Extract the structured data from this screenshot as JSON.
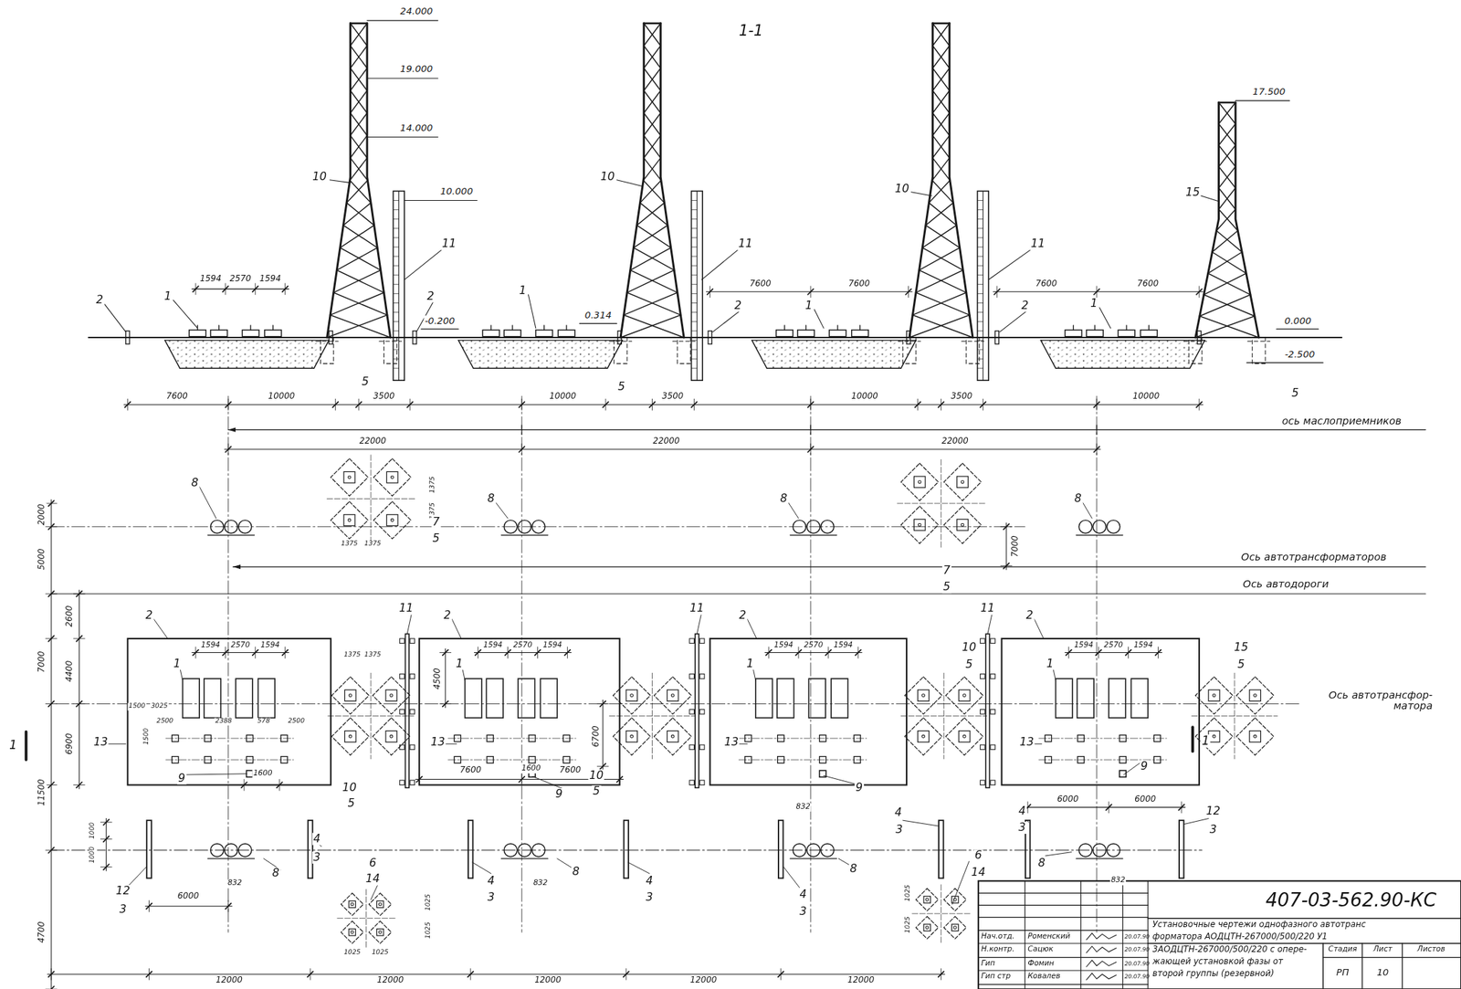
{
  "diagram": {
    "labels": [
      "24.000",
      "19.000",
      "14.000",
      "10.000",
      "17.500",
      "1-1",
      "10",
      "10",
      "10",
      "15",
      "11",
      "11",
      "11",
      "2",
      "2",
      "2",
      "2",
      "1",
      "1",
      "1",
      "1",
      "1594",
      "2570",
      "1594",
      "-0.200",
      "0.314",
      "7600",
      "7600",
      "7600",
      "7600",
      "0.000",
      "-2.500",
      "5",
      "5",
      "5",
      "7600",
      "10000",
      "3500",
      "10000",
      "3500",
      "10000",
      "3500",
      "10000",
      "ось маслоприемников",
      "22000",
      "22000",
      "22000",
      "8",
      "8",
      "8",
      "8",
      "2000",
      "5000",
      "7000",
      "1375",
      "1375",
      "1375",
      "1375",
      "7",
      "5",
      "7",
      "5",
      "Ось автотрансформаторов",
      "Ось автодороги",
      "7000",
      "2600",
      "4400",
      "6900",
      "11500",
      "2",
      "2",
      "2",
      "2",
      "11",
      "11",
      "11",
      "1594",
      "2570",
      "1594",
      "1594",
      "2570",
      "1594",
      "1594",
      "2570",
      "1594",
      "1594",
      "2570",
      "1594",
      "1",
      "1",
      "1",
      "1",
      "4500",
      "1375",
      "1375",
      "10",
      "5",
      "15",
      "5",
      "Ось автотрансфор- матора",
      "1500",
      "3025",
      "2500",
      "2388",
      "578",
      "2500",
      "1500",
      "13",
      "13",
      "13",
      "13",
      "6700",
      "10",
      "5",
      "10",
      "5",
      "9",
      "9",
      "9",
      "9",
      "1600",
      "1600",
      "7600",
      "7600",
      "832",
      "6000",
      "6000",
      "4",
      "3",
      "4",
      "3",
      "12",
      "3",
      "4",
      "3",
      "4",
      "3",
      "4",
      "3",
      "4",
      "3",
      "12",
      "3",
      "8",
      "8",
      "8",
      "8",
      "832",
      "832",
      "832",
      "6000",
      "6",
      "14",
      "6",
      "14",
      "1025",
      "1025",
      "1025",
      "1025",
      "1025",
      "1025",
      "1000",
      "1000",
      "4700",
      "12000",
      "12000",
      "12000",
      "12000",
      "12000",
      "1",
      "1",
      "407-03-562.90-КС",
      "Установочные чертежи однофазного автотранс",
      "форматора АОДЦТН-267000/500/220 У1",
      "3АОДЦТН-267000/500/220 с опере-",
      "жающей установкой фазы от",
      "второй группы (резервной)",
      "Стадия",
      "Лист",
      "Листов",
      "РП",
      "10",
      "Нач.отд.",
      "Роменский",
      "Н.контр.",
      "Сацюк",
      "Гип",
      "Фомин",
      "Гип стр",
      "Ковалев",
      "20.07.90",
      "20.07.90",
      "20.07.90",
      "20.07.90"
    ]
  }
}
